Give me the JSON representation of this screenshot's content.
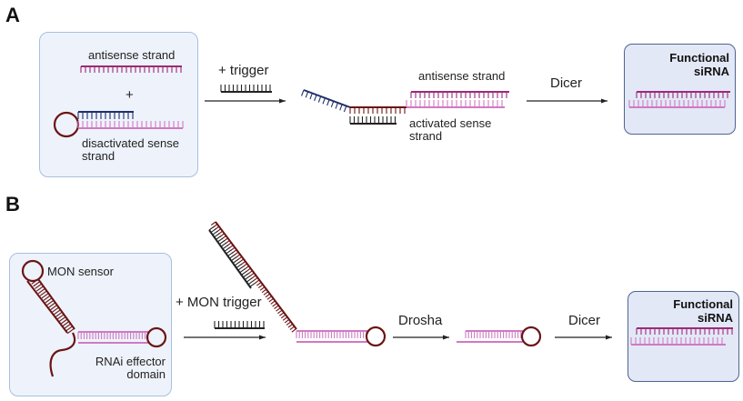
{
  "panels": {
    "a": {
      "label": "A",
      "input_box": {
        "antisense_label": "antisense strand",
        "plus": "+",
        "sense_label_line1": "disactivated sense",
        "sense_label_line2": "strand"
      },
      "step1": {
        "label": "+ trigger"
      },
      "intermediate": {
        "antisense_label": "antisense strand",
        "sense_label_line1": "activated sense",
        "sense_label_line2": "strand"
      },
      "step2": {
        "label": "Dicer"
      },
      "output_box": {
        "title_line1": "Functional",
        "title_line2": "siRNA"
      }
    },
    "b": {
      "label": "B",
      "input_box": {
        "sensor_label": "MON sensor",
        "effector_label_line1": "RNAi effector",
        "effector_label_line2": "domain"
      },
      "step1": {
        "label": "+ MON trigger"
      },
      "step2": {
        "label": "Drosha"
      },
      "step3": {
        "label": "Dicer"
      },
      "output_box": {
        "title_line1": "Functional",
        "title_line2": "siRNA"
      }
    }
  },
  "colors": {
    "antisense": "#9c2a78",
    "sense_pink": "#cf7ac2",
    "blocker_navy": "#1f2f6b",
    "loop_maroon": "#6b1414",
    "trigger_black": "#222222",
    "box_fill": "#eef3fb",
    "box_border": "#a9bfdf",
    "func_box_fill": "#e3e8f7",
    "func_box_border": "#4e6590"
  }
}
